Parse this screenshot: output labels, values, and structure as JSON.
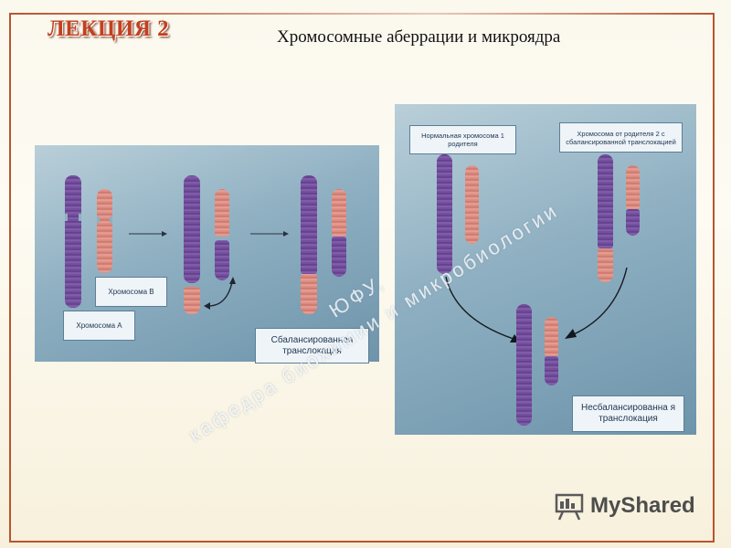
{
  "header": {
    "lecture_label": "ЛЕКЦИЯ 2",
    "title": "Хромосомные аберрации и микроядра"
  },
  "left_panel": {
    "chromosome_b_label": "Хромосома В",
    "chromosome_a_label": "Хромосома А",
    "result_label": "Сбалансированная транслокация"
  },
  "right_panel": {
    "parent1_label": "Нормальная хромосома 1 родителя",
    "parent2_label": "Хромосома от родителя 2 с сбалансированной транслокацией",
    "result_label": "Несбалансированна я транслокация"
  },
  "watermark": {
    "line1": "ЮФУ,",
    "line2": "кафедра биохимии и микробиологии"
  },
  "logo": {
    "text": "MyShared",
    "icon": "presentation-board-icon"
  },
  "colors": {
    "frame": "#b8552e",
    "lecture_text": "#c3401f",
    "panel": "#8fb0c2",
    "chromosome_a": "#7a55a5",
    "chromosome_b": "#e19386"
  }
}
